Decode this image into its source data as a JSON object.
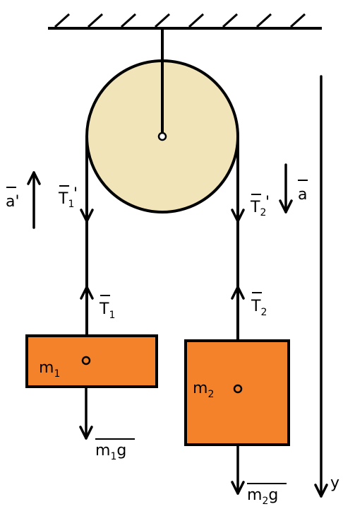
{
  "colors": {
    "pulley_fill": "#f1e4b9",
    "block_fill": "#f4822a",
    "ink": "#000000",
    "background": "#ffffff"
  },
  "labels": {
    "a_prime": {
      "base": "a",
      "mark": "'"
    },
    "a": {
      "base": "a"
    },
    "T1_prime": {
      "base": "T",
      "sub": "1",
      "mark": "'"
    },
    "T2_prime": {
      "base": "T",
      "sub": "2",
      "mark": "'"
    },
    "T1": {
      "base": "T",
      "sub": "1"
    },
    "T2": {
      "base": "T",
      "sub": "2"
    },
    "m1": {
      "base": "m",
      "sub": "1"
    },
    "m2": {
      "base": "m",
      "sub": "2"
    },
    "m1g": {
      "base": "m",
      "sub": "1",
      "tail": "g"
    },
    "m2g": {
      "base": "m",
      "sub": "2",
      "tail": "g"
    },
    "y_axis": "y"
  }
}
